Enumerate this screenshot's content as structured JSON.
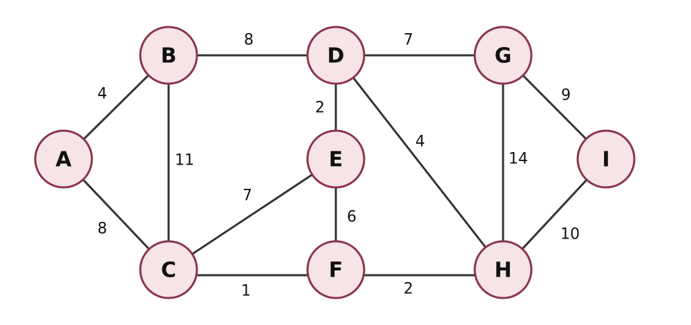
{
  "diagram": {
    "type": "weighted-undirected-graph",
    "colors": {
      "node_fill": "#f6e4e6",
      "node_stroke": "#8a3352",
      "edge": "#333333",
      "text": "#111111"
    },
    "nodes": [
      {
        "id": "A",
        "label": "A"
      },
      {
        "id": "B",
        "label": "B"
      },
      {
        "id": "C",
        "label": "C"
      },
      {
        "id": "D",
        "label": "D"
      },
      {
        "id": "E",
        "label": "E"
      },
      {
        "id": "F",
        "label": "F"
      },
      {
        "id": "G",
        "label": "G"
      },
      {
        "id": "H",
        "label": "H"
      },
      {
        "id": "I",
        "label": "I"
      }
    ],
    "edges": [
      {
        "from": "A",
        "to": "B",
        "weight": "4"
      },
      {
        "from": "A",
        "to": "C",
        "weight": "8"
      },
      {
        "from": "B",
        "to": "D",
        "weight": "8"
      },
      {
        "from": "B",
        "to": "C",
        "weight": "11"
      },
      {
        "from": "C",
        "to": "E",
        "weight": "7"
      },
      {
        "from": "C",
        "to": "F",
        "weight": "1"
      },
      {
        "from": "D",
        "to": "G",
        "weight": "7"
      },
      {
        "from": "D",
        "to": "E",
        "weight": "2"
      },
      {
        "from": "D",
        "to": "H",
        "weight": "4"
      },
      {
        "from": "E",
        "to": "F",
        "weight": "6"
      },
      {
        "from": "F",
        "to": "H",
        "weight": "2"
      },
      {
        "from": "G",
        "to": "H",
        "weight": "14"
      },
      {
        "from": "G",
        "to": "I",
        "weight": "9"
      },
      {
        "from": "H",
        "to": "I",
        "weight": "10"
      }
    ]
  }
}
